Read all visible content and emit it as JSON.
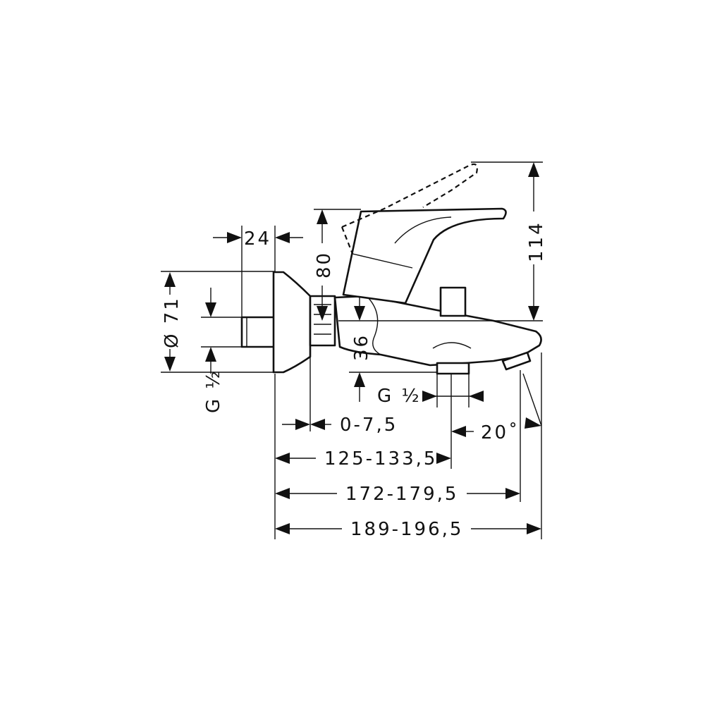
{
  "labels": {
    "dim_24": "24",
    "dim_80": "80",
    "dim_114": "114",
    "dim_71": "Ø 71",
    "dim_36": "36",
    "thread_wall": "G ½",
    "thread_outlet": "G ½",
    "dim_offset": "0-7,5",
    "angle": "20˚",
    "dim_125": "125-133,5",
    "dim_172": "172-179,5",
    "dim_189": "189-196,5"
  }
}
